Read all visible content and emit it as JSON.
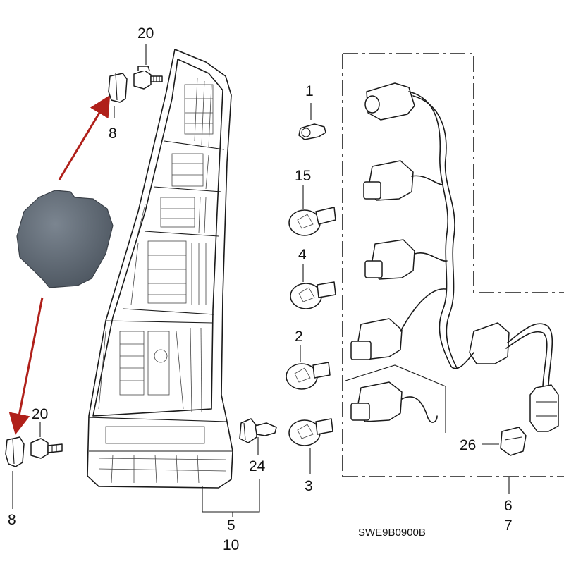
{
  "callouts": {
    "c1": "1",
    "c2": "2",
    "c3": "3",
    "c4": "4",
    "c5": "5",
    "c6": "6",
    "c7": "7",
    "c8_top": "8",
    "c8_bottom": "8",
    "c10": "10",
    "c15": "15",
    "c20_top": "20",
    "c20_bottom": "20",
    "c24": "24",
    "c26": "26"
  },
  "diagram_code": "SWE9B0900B",
  "colors": {
    "arrow": "#b0201a",
    "cap_fill": "#5a6470",
    "line": "#1a1a1a"
  }
}
